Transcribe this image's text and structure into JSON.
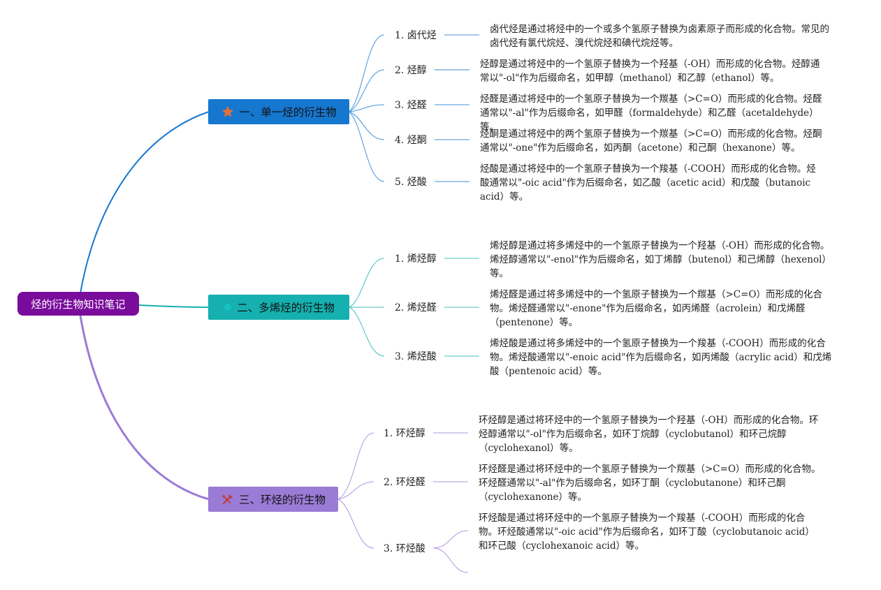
{
  "root": {
    "title": "烃的衍生物知识笔记",
    "color": "#7a0c9c"
  },
  "branches": [
    {
      "title": "一、单一烃的衍生物",
      "icon": "star-icon",
      "color": "#1677cf",
      "items": [
        {
          "label": "1. 卤代烃",
          "desc": "卤代烃是通过将烃中的一个或多个氢原子替换为卤素原子而形成的化合物。常见的卤代烃有氯代烷烃、溴代烷烃和碘代烷烃等。"
        },
        {
          "label": "2. 烃醇",
          "desc": "烃醇是通过将烃中的一个氢原子替换为一个羟基（-OH）而形成的化合物。烃醇通常以\"-ol\"作为后缀命名，如甲醇（methanol）和乙醇（ethanol）等。"
        },
        {
          "label": "3. 烃醛",
          "desc": "烃醛是通过将烃中的一个氢原子替换为一个羰基（>C=O）而形成的化合物。烃醛通常以\"-al\"作为后缀命名，如甲醛（formaldehyde）和乙醛（acetaldehyde）等。"
        },
        {
          "label": "4. 烃酮",
          "desc": "烃酮是通过将烃中的两个氢原子替换为一个羰基（>C=O）而形成的化合物。烃酮通常以\"-one\"作为后缀命名，如丙酮（acetone）和己酮（hexanone）等。"
        },
        {
          "label": "5. 烃酸",
          "desc": "烃酸是通过将烃中的一个氢原子替换为一个羧基（-COOH）而形成的化合物。烃酸通常以\"-oic acid\"作为后缀命名，如乙酸（acetic acid）和戊酸（butanoic acid）等。"
        }
      ]
    },
    {
      "title": "二、多烯烃的衍生物",
      "icon": "dot-icon",
      "color": "#16b0b0",
      "items": [
        {
          "label": "1. 烯烃醇",
          "desc": "烯烃醇是通过将多烯烃中的一个氢原子替换为一个羟基（-OH）而形成的化合物。烯烃醇通常以\"-enol\"作为后缀命名，如丁烯醇（butenol）和己烯醇（hexenol）等。"
        },
        {
          "label": "2. 烯烃醛",
          "desc": "烯烃醛是通过将多烯烃中的一个氢原子替换为一个羰基（>C=O）而形成的化合物。烯烃醛通常以\"-enone\"作为后缀命名，如丙烯醛（acrolein）和戊烯醛（pentenone）等。"
        },
        {
          "label": "3. 烯烃酸",
          "desc": "烯烃酸是通过将多烯烃中的一个氢原子替换为一个羧基（-COOH）而形成的化合物。烯烃酸通常以\"-enoic acid\"作为后缀命名，如丙烯酸（acrylic acid）和戊烯酸（pentenoic acid）等。"
        }
      ]
    },
    {
      "title": "三、环烃的衍生物",
      "icon": "tools-icon",
      "color": "#9a7bd6",
      "items": [
        {
          "label": "1. 环烃醇",
          "desc": "环烃醇是通过将环烃中的一个氢原子替换为一个羟基（-OH）而形成的化合物。环烃醇通常以\"-ol\"作为后缀命名，如环丁烷醇（cyclobutanol）和环己烷醇（cyclohexanol）等。"
        },
        {
          "label": "2. 环烃醛",
          "desc": "环烃醛是通过将环烃中的一个氢原子替换为一个羰基（>C=O）而形成的化合物。环烃醛通常以\"-al\"作为后缀命名，如环丁酮（cyclobutanone）和环己酮（cyclohexanone）等。"
        },
        {
          "label": "3. 环烃酸",
          "desc": "环烃酸是通过将环烃中的一个氢原子替换为一个羧基（-COOH）而形成的化合物。环烃酸通常以\"-oic acid\"作为后缀命名，如环丁酸（cyclobutanoic acid）和环己酸（cyclohexanoic acid）等。"
        }
      ]
    }
  ]
}
